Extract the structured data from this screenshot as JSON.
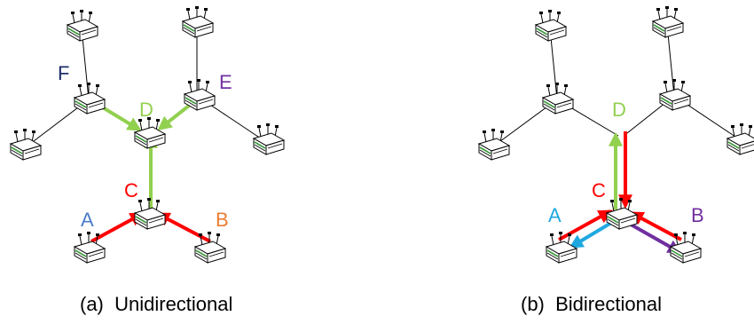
{
  "panels": [
    {
      "id": "unidirectional",
      "caption": "(a)  Unidirectional",
      "labels": [
        {
          "text": "F",
          "color": "#1f2d6b"
        },
        {
          "text": "E",
          "color": "#7030a0"
        },
        {
          "text": "D",
          "color": "#92d050"
        },
        {
          "text": "C",
          "color": "#ff0000"
        },
        {
          "text": "A",
          "color": "#4a7cc7"
        },
        {
          "text": "B",
          "color": "#ed7d31"
        }
      ]
    },
    {
      "id": "bidirectional",
      "caption": "(b)  Bidirectional",
      "labels": [
        {
          "text": "D",
          "color": "#92d050"
        },
        {
          "text": "C",
          "color": "#ff0000"
        },
        {
          "text": "A",
          "color": "#1fa8e0"
        },
        {
          "text": "B",
          "color": "#7030a0"
        }
      ]
    }
  ],
  "colors": {
    "link": "#000000",
    "arrow_green": "#92d050",
    "arrow_red": "#ff0000",
    "arrow_blue": "#1fa8e0",
    "arrow_purple": "#7030a0",
    "router_accent": "#3a9a3a"
  },
  "icon": "router-icon"
}
